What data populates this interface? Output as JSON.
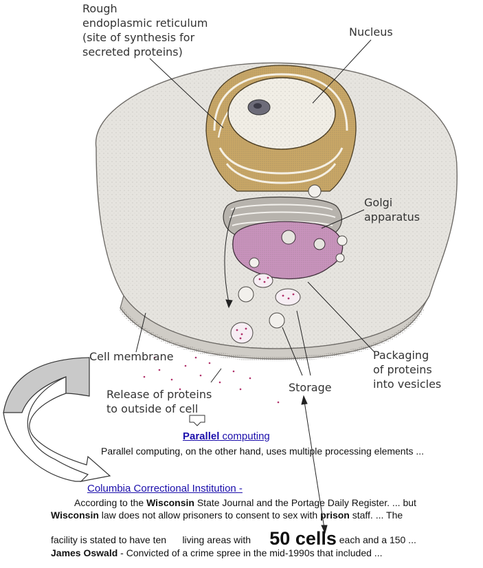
{
  "labels": {
    "rough_er": "Rough\nendoplasmic reticulum\n(site of synthesis for\nsecreted proteins)",
    "nucleus": "Nucleus",
    "golgi": "Golgi\napparatus",
    "cell_membrane": "Cell membrane",
    "packaging": "Packaging\nof proteins\ninto vesicles",
    "storage": "Storage",
    "release": "Release of proteins\nto outside of cell"
  },
  "results": {
    "parallel": {
      "title_bold": "Parallel",
      "title_rest": " computing",
      "snippet": "Parallel computing, on the other hand, uses multiple processing elements ..."
    },
    "columbia": {
      "title": "Columbia Correctional Institution -",
      "line1_a": "According to the ",
      "line1_b": "Wisconsin",
      "line1_c": " State Journal and the Portage Daily Register. ... but",
      "line2_a": "Wisconsin",
      "line2_b": " law does not allow prisoners to consent to sex with ",
      "line2_c": "prison",
      "line2_d": " staff. ... The",
      "line3_a": "facility is stated to have ten",
      "line3_b": "living areas with",
      "line3_big": "50 cells",
      "line3_c": "each and a 150 ...",
      "line4_a": "James Oswald",
      "line4_b": " - Convicted of a crime spree in the mid-1990s that included ..."
    }
  },
  "colors": {
    "cytoplasm": "#e3e1dd",
    "er": "#c9a766",
    "golgi": "#c993bd",
    "link": "#1a0dab"
  }
}
